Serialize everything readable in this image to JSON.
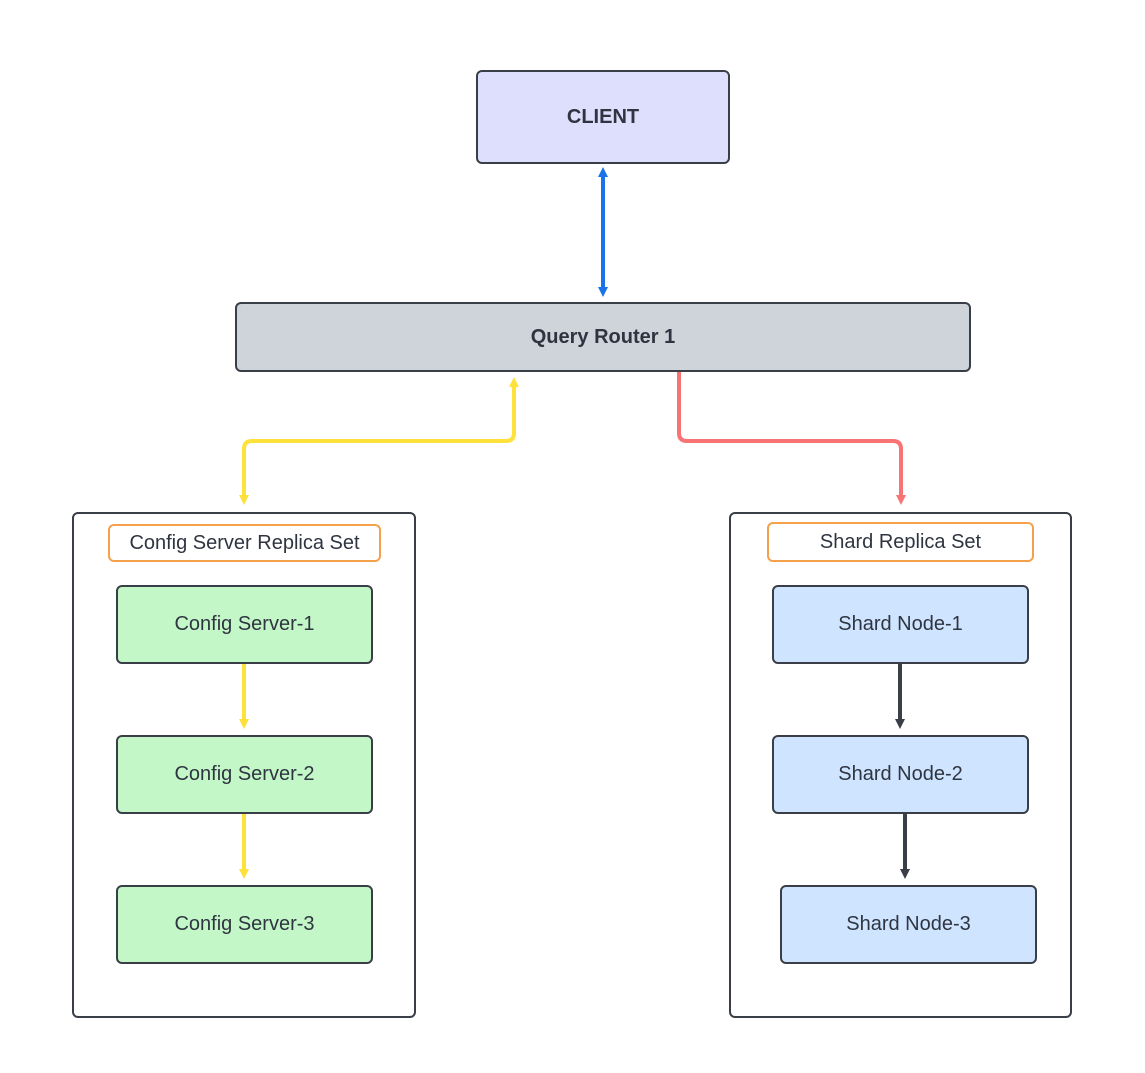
{
  "client": {
    "label": "CLIENT",
    "color": "#dedefd"
  },
  "router": {
    "label": "Query Router 1",
    "color": "#cfd4db"
  },
  "config_group": {
    "title": "Config Server Replica Set",
    "node_color": "#c3f7c8",
    "nodes": [
      "Config Server-1",
      "Config Server-2",
      "Config Server-3"
    ]
  },
  "shard_group": {
    "title": "Shard Replica Set",
    "node_color": "#cfe4ff",
    "nodes": [
      "Shard Node-1",
      "Shard Node-2",
      "Shard Node-3"
    ]
  },
  "edge_colors": {
    "client_router": "#1a73e8",
    "config": "#ffe13b",
    "shard": "#f87474",
    "shard_internal": "#3a3f47"
  }
}
